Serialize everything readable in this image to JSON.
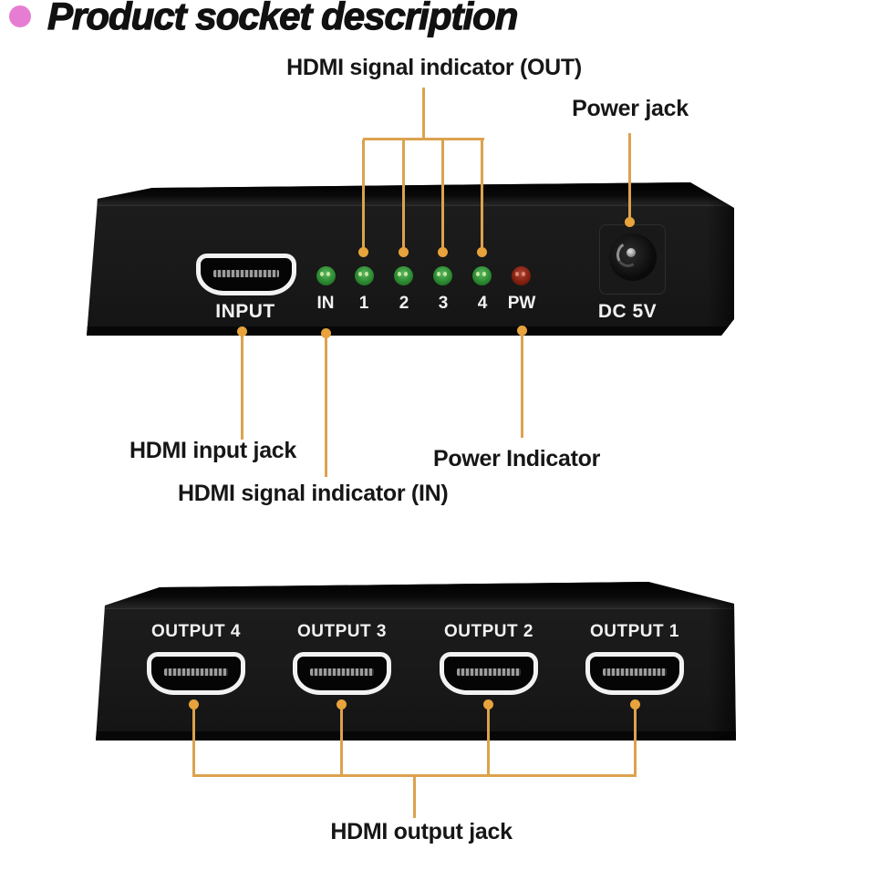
{
  "title": {
    "bullet_icon": "pink-circle",
    "text": "Product socket description"
  },
  "annotations": {
    "out_indicator": "HDMI signal indicator (OUT)",
    "power_jack": "Power jack",
    "input_jack": "HDMI input jack",
    "in_indicator": "HDMI signal indicator (IN)",
    "power_indicator": "Power Indicator",
    "output_jack": "HDMI output jack"
  },
  "device_front": {
    "input_port_label": "INPUT",
    "leds": [
      {
        "label": "IN",
        "color": "green"
      },
      {
        "label": "1",
        "color": "green"
      },
      {
        "label": "2",
        "color": "green"
      },
      {
        "label": "3",
        "color": "green"
      },
      {
        "label": "4",
        "color": "green"
      },
      {
        "label": "PW",
        "color": "red"
      }
    ],
    "power_jack_label": "DC 5V"
  },
  "device_back": {
    "ports": [
      {
        "label": "OUTPUT 4"
      },
      {
        "label": "OUTPUT 3"
      },
      {
        "label": "OUTPUT 2"
      },
      {
        "label": "OUTPUT 1"
      }
    ]
  },
  "colors": {
    "connector_line": "#dca24f",
    "connector_dot": "#e8a33c",
    "led_green": "#2c8a31",
    "led_red": "#84200f",
    "title_bullet": "#e77dd2",
    "device_body": "#191919",
    "device_text": "#f2f2f2",
    "background": "#ffffff"
  }
}
